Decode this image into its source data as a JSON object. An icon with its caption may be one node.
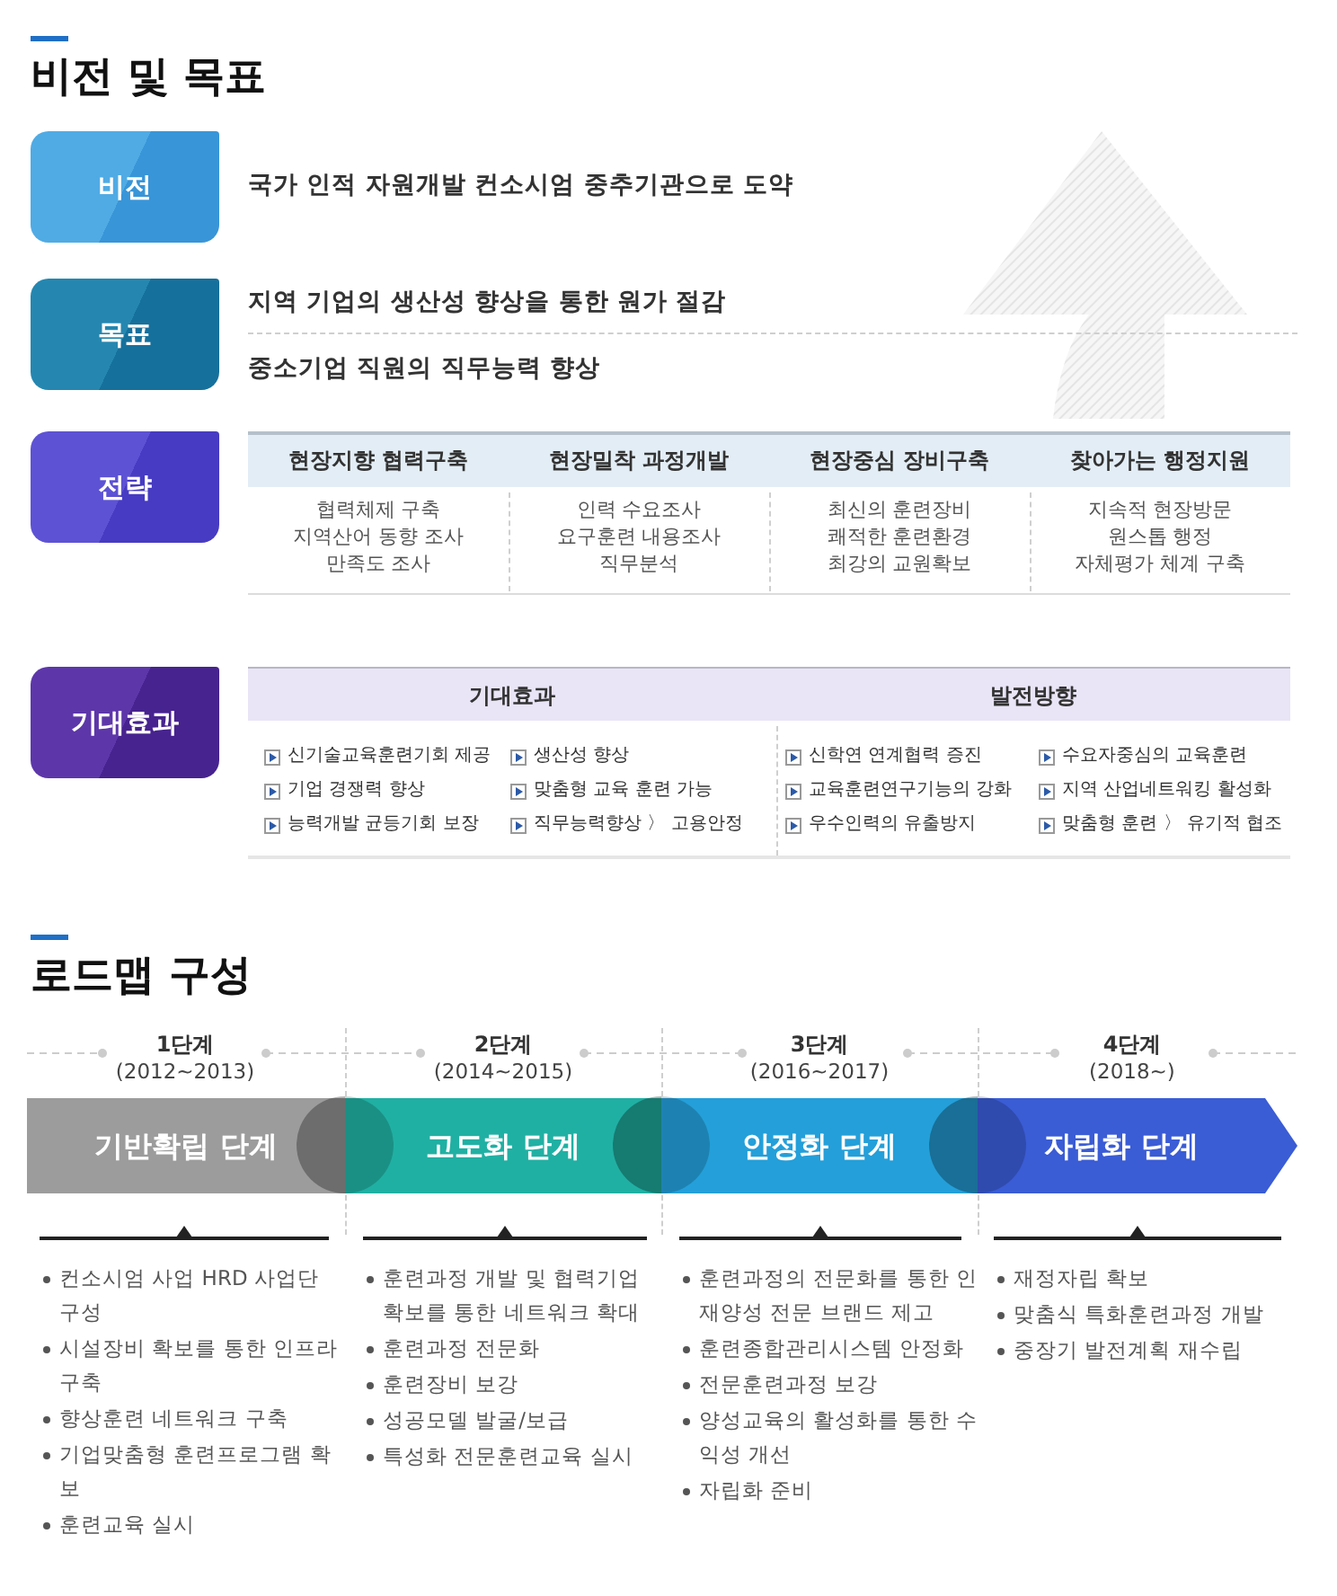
{
  "diagram": {
    "title": "비전 및 목표",
    "nodes": [
      {
        "text": [
          "비전"
        ],
        "beside": [
          "국가 인적 자원개발 컨소시엄 중추기관으로 도약"
        ]
      },
      {
        "text": [
          "목표"
        ],
        "beside": [
          "지역 기업의 생산성 향상을 통한 원가 절감",
          "중소기업 직원의 직무능력 향상"
        ]
      },
      {
        "text": [
          "전략"
        ]
      },
      {
        "text": [
          "기대효과"
        ]
      },
      {
        "text": [
          "기반확립 단계"
        ],
        "beside": [
          "1단계",
          "(2012~2013)",
          "컨소시엄 사업 HRD 사업단 구성",
          "시설장비 확보를 통한 인프라 구축",
          "향상훈련 네트워크 구축",
          "기업맞춤형 훈련프로그램 확보",
          "훈련교육 실시"
        ]
      },
      {
        "text": [
          "고도화 단계"
        ],
        "beside": [
          "2단계",
          "(2014~2015)",
          "훈련과정 개발 및 협력기업 확보를 통한 네트워크 확대",
          "훈련과정 전문화",
          "훈련장비 보강",
          "성공모델 발굴/보급",
          "특성화 전문훈련교육 실시"
        ]
      },
      {
        "text": [
          "안정화 단계"
        ],
        "beside": [
          "3단계",
          "(2016~2017)",
          "훈련과정의 전문화를 통한 인재양성 전문 브랜드 제고",
          "훈련종합관리시스템 안정화",
          "전문훈련과정 보강",
          "양성교육의 활성화를 통한 수익성 개선",
          "자립화 준비"
        ]
      },
      {
        "text": [
          "자립화 단계"
        ],
        "beside": [
          "4단계",
          "(2018~)",
          "재정자립 확보",
          "맞춤식 특화훈련과정 개발",
          "중장기 발전계획 재수립"
        ]
      }
    ],
    "labels": [
      "현장지향 협력구축",
      "현장밀착 과정개발",
      "현장중심 장비구축",
      "찾아가는 행정지원",
      "협력체제 구축",
      "지역산어 동향 조사",
      "만족도 조사",
      "인력 수요조사",
      "요구훈련 내용조사",
      "직무분석",
      "최신의 훈련장비",
      "쾌적한 훈련환경",
      "최강의 교원확보",
      "지속적 현장방문",
      "원스톱 행정",
      "자체평가 체계 구축",
      "기대효과",
      "발전방향",
      "신기술교육훈련기회 제공",
      "생산성 향상",
      "기업 경쟁력 향상",
      "맞춤형 교육 훈련 가능",
      "능력개발 균등기회 보장",
      "직무능력향상 〉 고용안정",
      "신학연 연계협력 증진",
      "수요자중심의 교육훈련",
      "교육훈련연구기능의 강화",
      "지역 산업네트워킹 활성화",
      "우수인력의 유출방지",
      "맞춤형 훈련 〉 유기적 협조",
      "로드맵 구성"
    ]
  }
}
